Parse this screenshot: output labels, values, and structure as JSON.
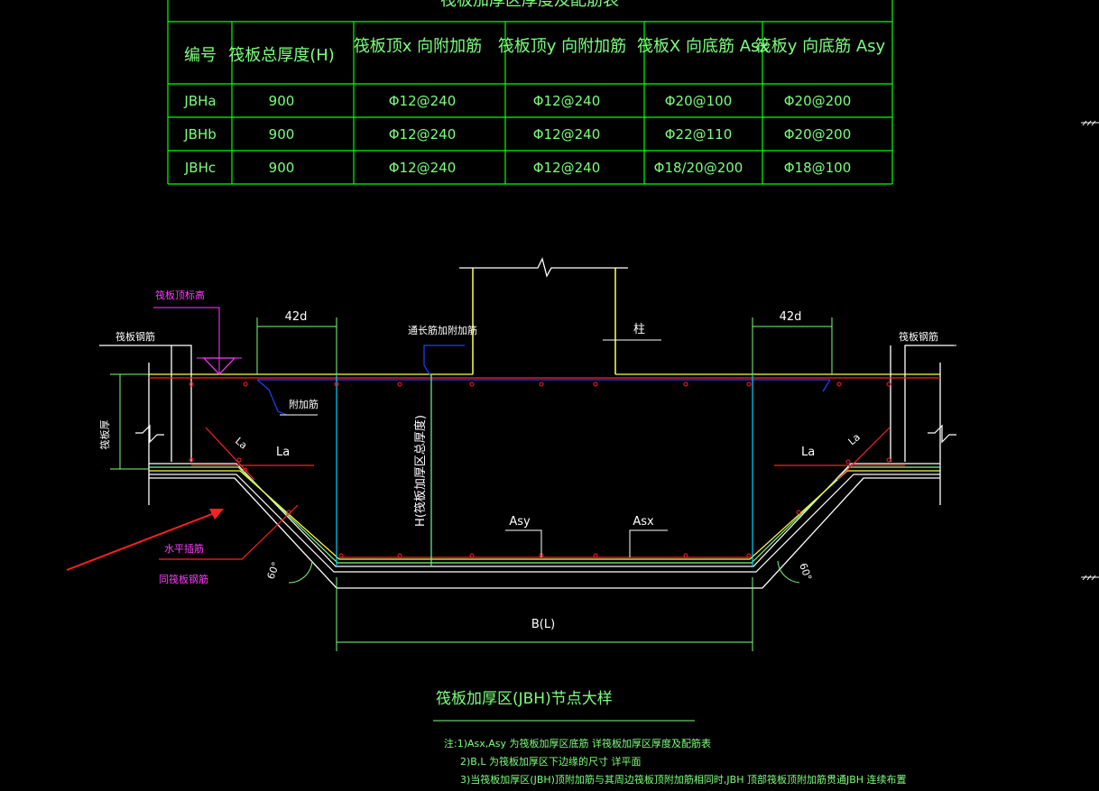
{
  "table": {
    "title": "筏板加厚区厚度及配筋表",
    "headers": [
      "编号",
      "筏板总厚度(H)",
      "筏板顶x 向附加筋",
      "筏板顶y 向附加筋",
      "筏板X 向底筋 Asx",
      "筏板y 向底筋 Asy"
    ],
    "rows": [
      [
        "JBHa",
        "900",
        "Φ12@240",
        "Φ12@240",
        "Φ20@100",
        "Φ20@200"
      ],
      [
        "JBHb",
        "900",
        "Φ12@240",
        "Φ12@240",
        "Φ22@110",
        "Φ20@200"
      ],
      [
        "JBHc",
        "900",
        "Φ12@240",
        "Φ12@240",
        "Φ18/20@200",
        "Φ18@100"
      ]
    ]
  },
  "labels": {
    "raft_top_elev": "筏板顶标高",
    "raft_rebar_left": "筏板钢筋",
    "raft_rebar_right": "筏板钢筋",
    "len_left": "42d",
    "len_right": "42d",
    "through_rebar": "通长筋加附加筋",
    "column": "柱",
    "additional_rebar": "附加筋",
    "raft_thickness": "筏板厚",
    "la_slope_left": "La",
    "la_left": "La",
    "la_right": "La",
    "la_slope_right": "La",
    "h_vertical": "H(筏板加厚区总厚度)",
    "asy": "Asy",
    "asx": "Asx",
    "horizontal_rebar": "水平插筋",
    "same_raft_rebar": "同筏板钢筋",
    "angle_left": "60°",
    "angle_right": "60°",
    "width": "B(L)"
  },
  "detail_title": "筏板加厚区(JBH)节点大样",
  "notes": [
    "注:1)Asx,Asy 为筏板加厚区底筋 详筏板加厚区厚度及配筋表",
    "2)B,L 为筏板加厚区下边缘的尺寸 详平面",
    "3)当筏板加厚区(JBH)顶附加筋与其周边筏板顶附加筋相同时,JBH 顶部筏板顶附加筋贯通JBH 连续布置"
  ],
  "colors": {
    "background": "#000000",
    "table_lines": "#00ff00",
    "text": "#7dff7d",
    "concrete_lines": "#ffffff",
    "cyan_lines": "#00d0ff",
    "red_rebar": "#ff2020",
    "blue_rebar": "#2040ff",
    "yellow_rebar": "#ffff40",
    "magenta_text": "#ff3cff",
    "arrow": "#ff2020"
  }
}
